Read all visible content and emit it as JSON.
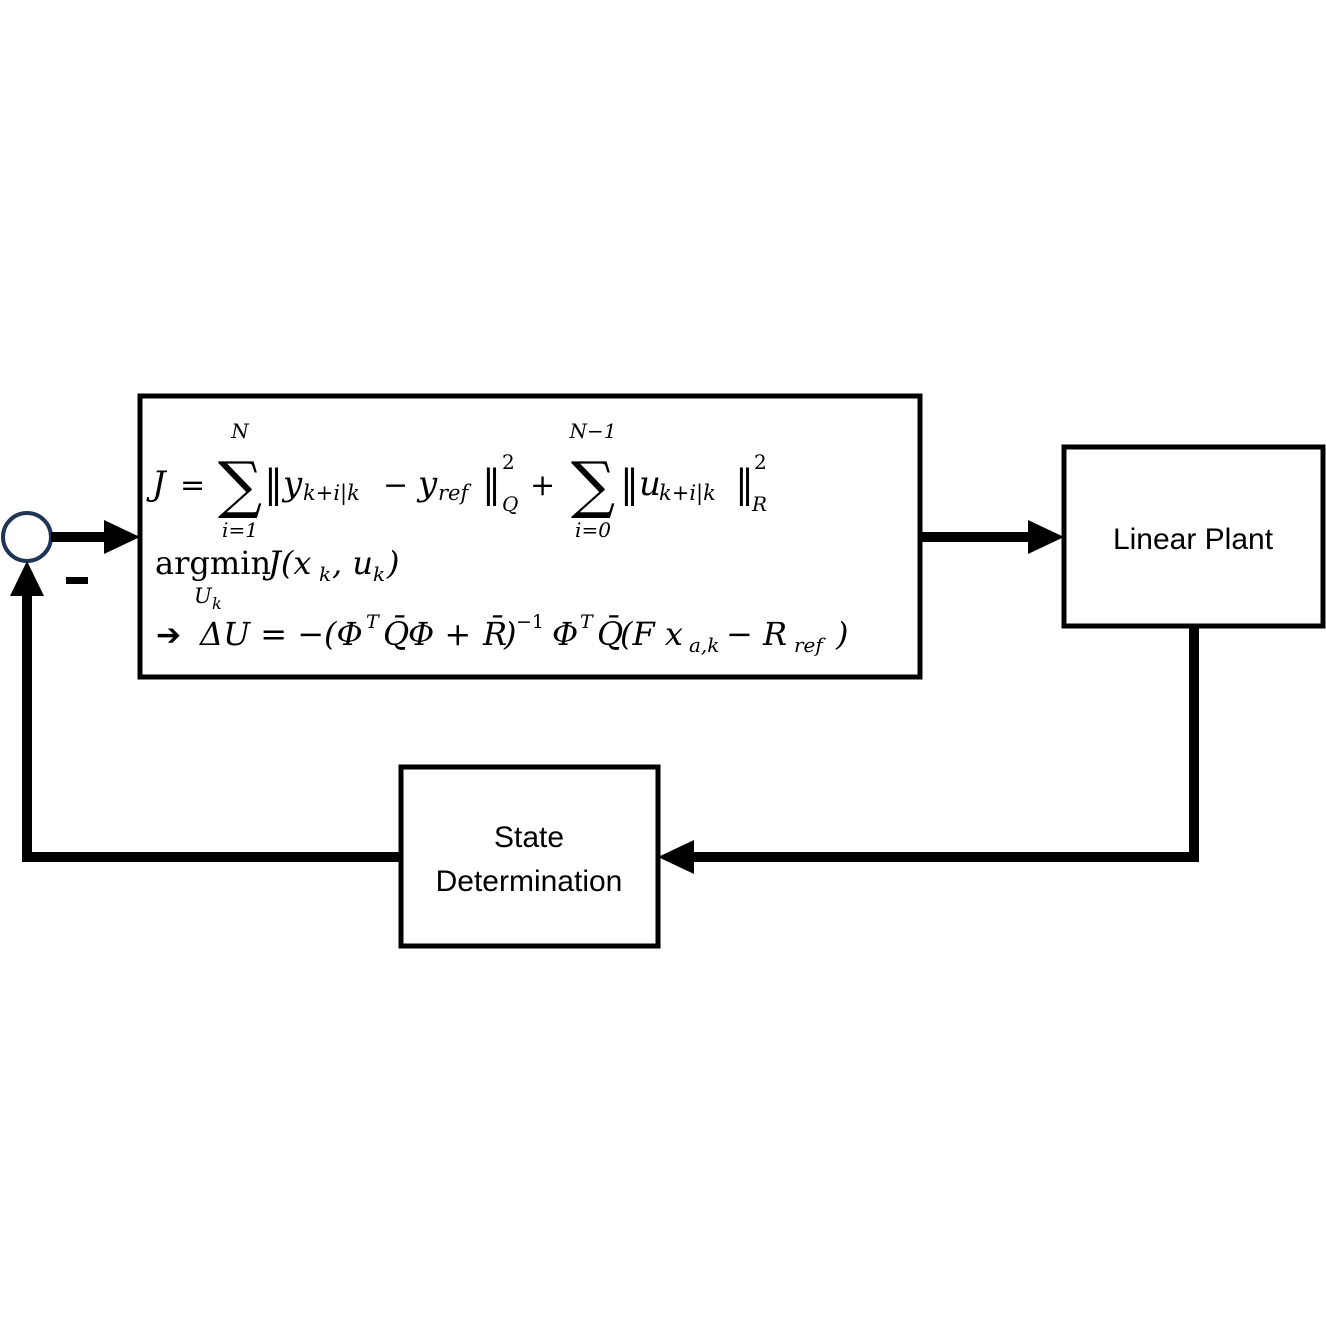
{
  "blocks": {
    "controller": {
      "line1": {
        "J": "J",
        "eq": "=",
        "sum1_upper": "N",
        "sum1_lower": "i=1",
        "norm_open": "‖",
        "y": "y",
        "y_sub": "k+i|k",
        "minus": "−",
        "yref": "y",
        "yref_sub": "ref",
        "norm_close": "‖",
        "sup2a": "2",
        "subQ": "Q",
        "plus": "+",
        "sum2_upper": "N−1",
        "sum2_lower": "i=0",
        "u": "u",
        "u_sub": "k+i|k",
        "sup2b": "2",
        "subR": "R"
      },
      "line2": {
        "argmin": "argmin",
        "argmin_sub": "U",
        "argmin_sub_k": "k",
        "func": "J(x",
        "func_k1": "k",
        "func_mid": ", u",
        "func_k2": "k",
        "func_close": ")"
      },
      "line3": {
        "arrow": "➔",
        "lhs": "ΔU = −(Φ",
        "T1": "T",
        "Q": "Q̄",
        "mid1": "Φ + ",
        "R": "R̄",
        "close": ")",
        "inv": "−1",
        "phi": "Φ",
        "T2": "T",
        "Q2": "Q̄",
        "paren": "(F x",
        "sub_ak": "a,k",
        "minus": " − R",
        "sub_ref": "ref",
        "end": ")"
      }
    },
    "plant": {
      "label": "Linear Plant"
    },
    "state": {
      "label_line1": "State",
      "label_line2": "Determination"
    }
  },
  "summing_junction": {
    "sign": "−"
  },
  "colors": {
    "stroke": "#000000",
    "junction": "#1f3556",
    "background": "#ffffff"
  }
}
